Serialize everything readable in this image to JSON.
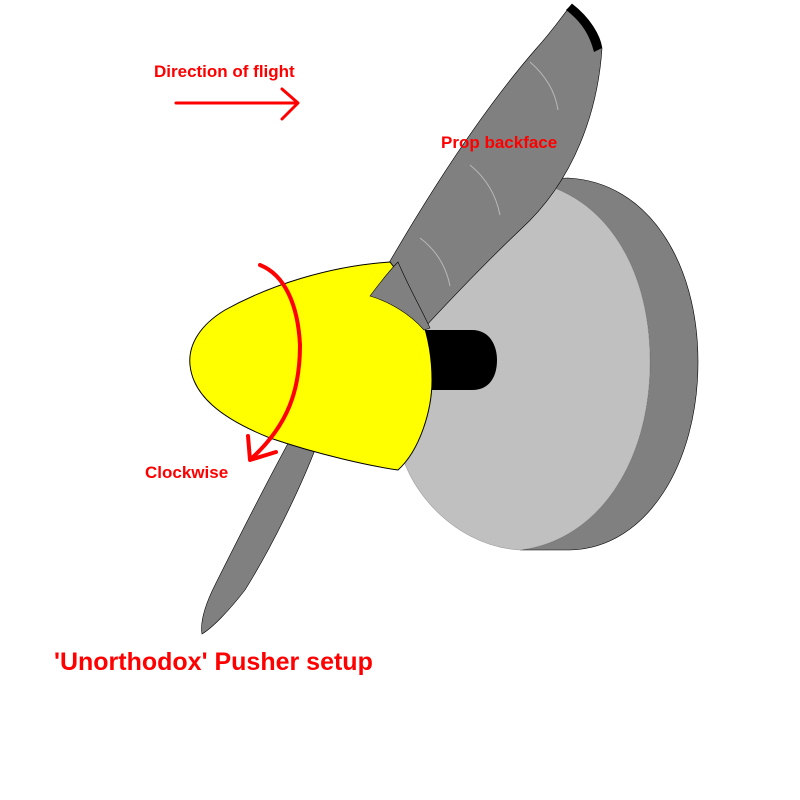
{
  "labels": {
    "direction_of_flight": "Direction of flight",
    "prop_backface": "Prop backface",
    "clockwise": "Clockwise",
    "title": "'Unorthodox' Pusher setup"
  },
  "colors": {
    "annotation": "#ff0000",
    "spinner": "#ffff00",
    "blade": "#808080",
    "blade_dark": "#000000",
    "motor_face": "#c0c0c0",
    "motor_side": "#808080",
    "shaft": "#000000",
    "outline": "#000000",
    "background": "#ffffff"
  }
}
